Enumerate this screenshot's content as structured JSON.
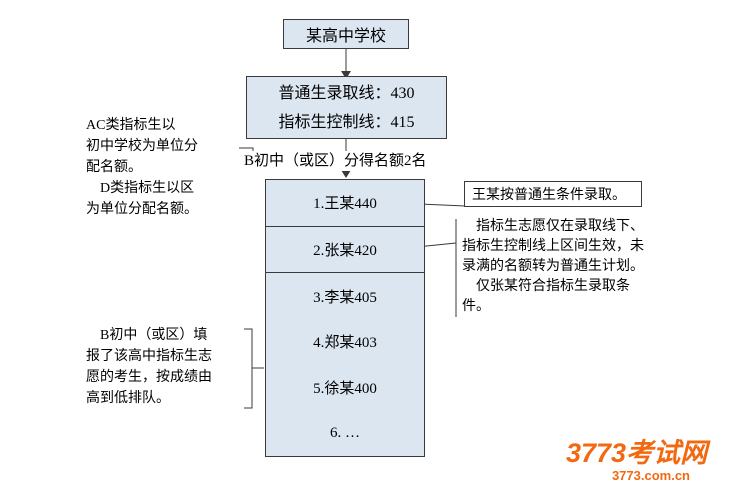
{
  "diagram": {
    "school_box": "某高中学校",
    "cutoff_box": {
      "line1": "普通生录取线：430",
      "line2": "指标生控制线：415"
    },
    "allocation_label": "B初中（或区）分得名额2名",
    "candidate_list": {
      "items": [
        "1.王某440",
        "2.张某420",
        "3.李某405",
        "4.郑某403",
        "5.徐某400",
        "6. …"
      ]
    },
    "annotations": {
      "left_quota": "AC类指标生以\n初中学校为单位分\n配名额。\n　D类指标生以区\n为单位分配名额。",
      "left_ranking": "　B初中（或区）填\n报了该高中指标生志\n愿的考生，按成绩由\n高到低排队。",
      "right_wang": "王某按普通生条件录取。",
      "right_zhang": "　指标生志愿仅在录取线下、\n指标生控制线上区间生效，未\n录满的名额转为普通生计划。\n　仅张某符合指标生录取条\n件。"
    }
  },
  "watermark": {
    "name": "3773考试网",
    "domain": "3773.com.cn"
  },
  "colors": {
    "box_fill": "#dce6f1",
    "line": "#3a3a3a",
    "watermark": "#f26911"
  }
}
